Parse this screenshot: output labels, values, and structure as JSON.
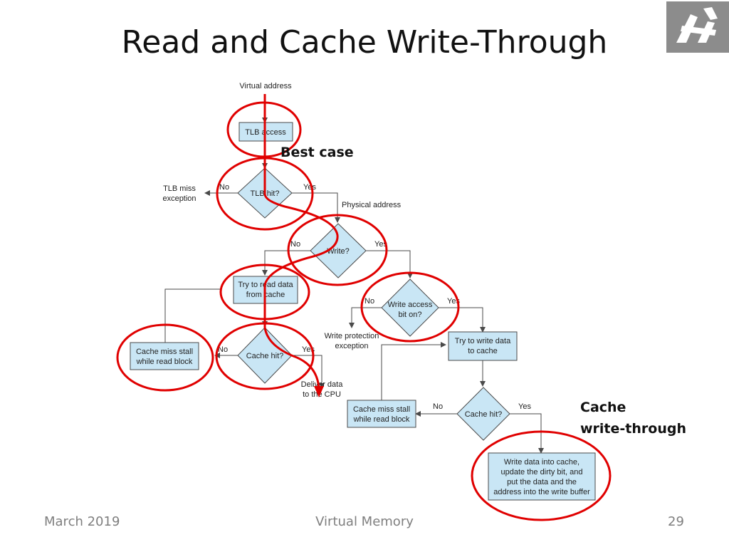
{
  "slide": {
    "title": "Read and Cache Write-Through",
    "notes": {
      "best_case": "Best case",
      "cache_wt_line1": "Cache",
      "cache_wt_line2": "write-through"
    },
    "footer": {
      "date": "March 2019",
      "topic": "Virtual Memory",
      "page": "29"
    }
  },
  "diagram": {
    "virtual_address": "Virtual address",
    "tlb_access": "TLB access",
    "tlb_hit": "TLB hit?",
    "tlb_miss_1": "TLB miss",
    "tlb_miss_2": "exception",
    "physical_address": "Physical address",
    "write_q": "Write?",
    "read_1": "Try to read data",
    "read_2": "from cache",
    "wa_1": "Write access",
    "wa_2": "bit on?",
    "wpe_1": "Write protection",
    "wpe_2": "exception",
    "tw_1": "Try to write data",
    "tw_2": "to cache",
    "cms_1": "Cache miss stall",
    "cms_2": "while read block",
    "cache_hit": "Cache hit?",
    "deliver_1": "Deliver data",
    "deliver_2": "to the CPU",
    "wd_1": "Write data into cache,",
    "wd_2": "update the dirty bit, and",
    "wd_3": "put the data and the",
    "wd_4": "address into the write buffer",
    "no": "No",
    "yes": "Yes",
    "colors": {
      "box_fill": "#c9e6f5",
      "highlight": "#e00000",
      "logo": "#8c8c8c"
    }
  }
}
